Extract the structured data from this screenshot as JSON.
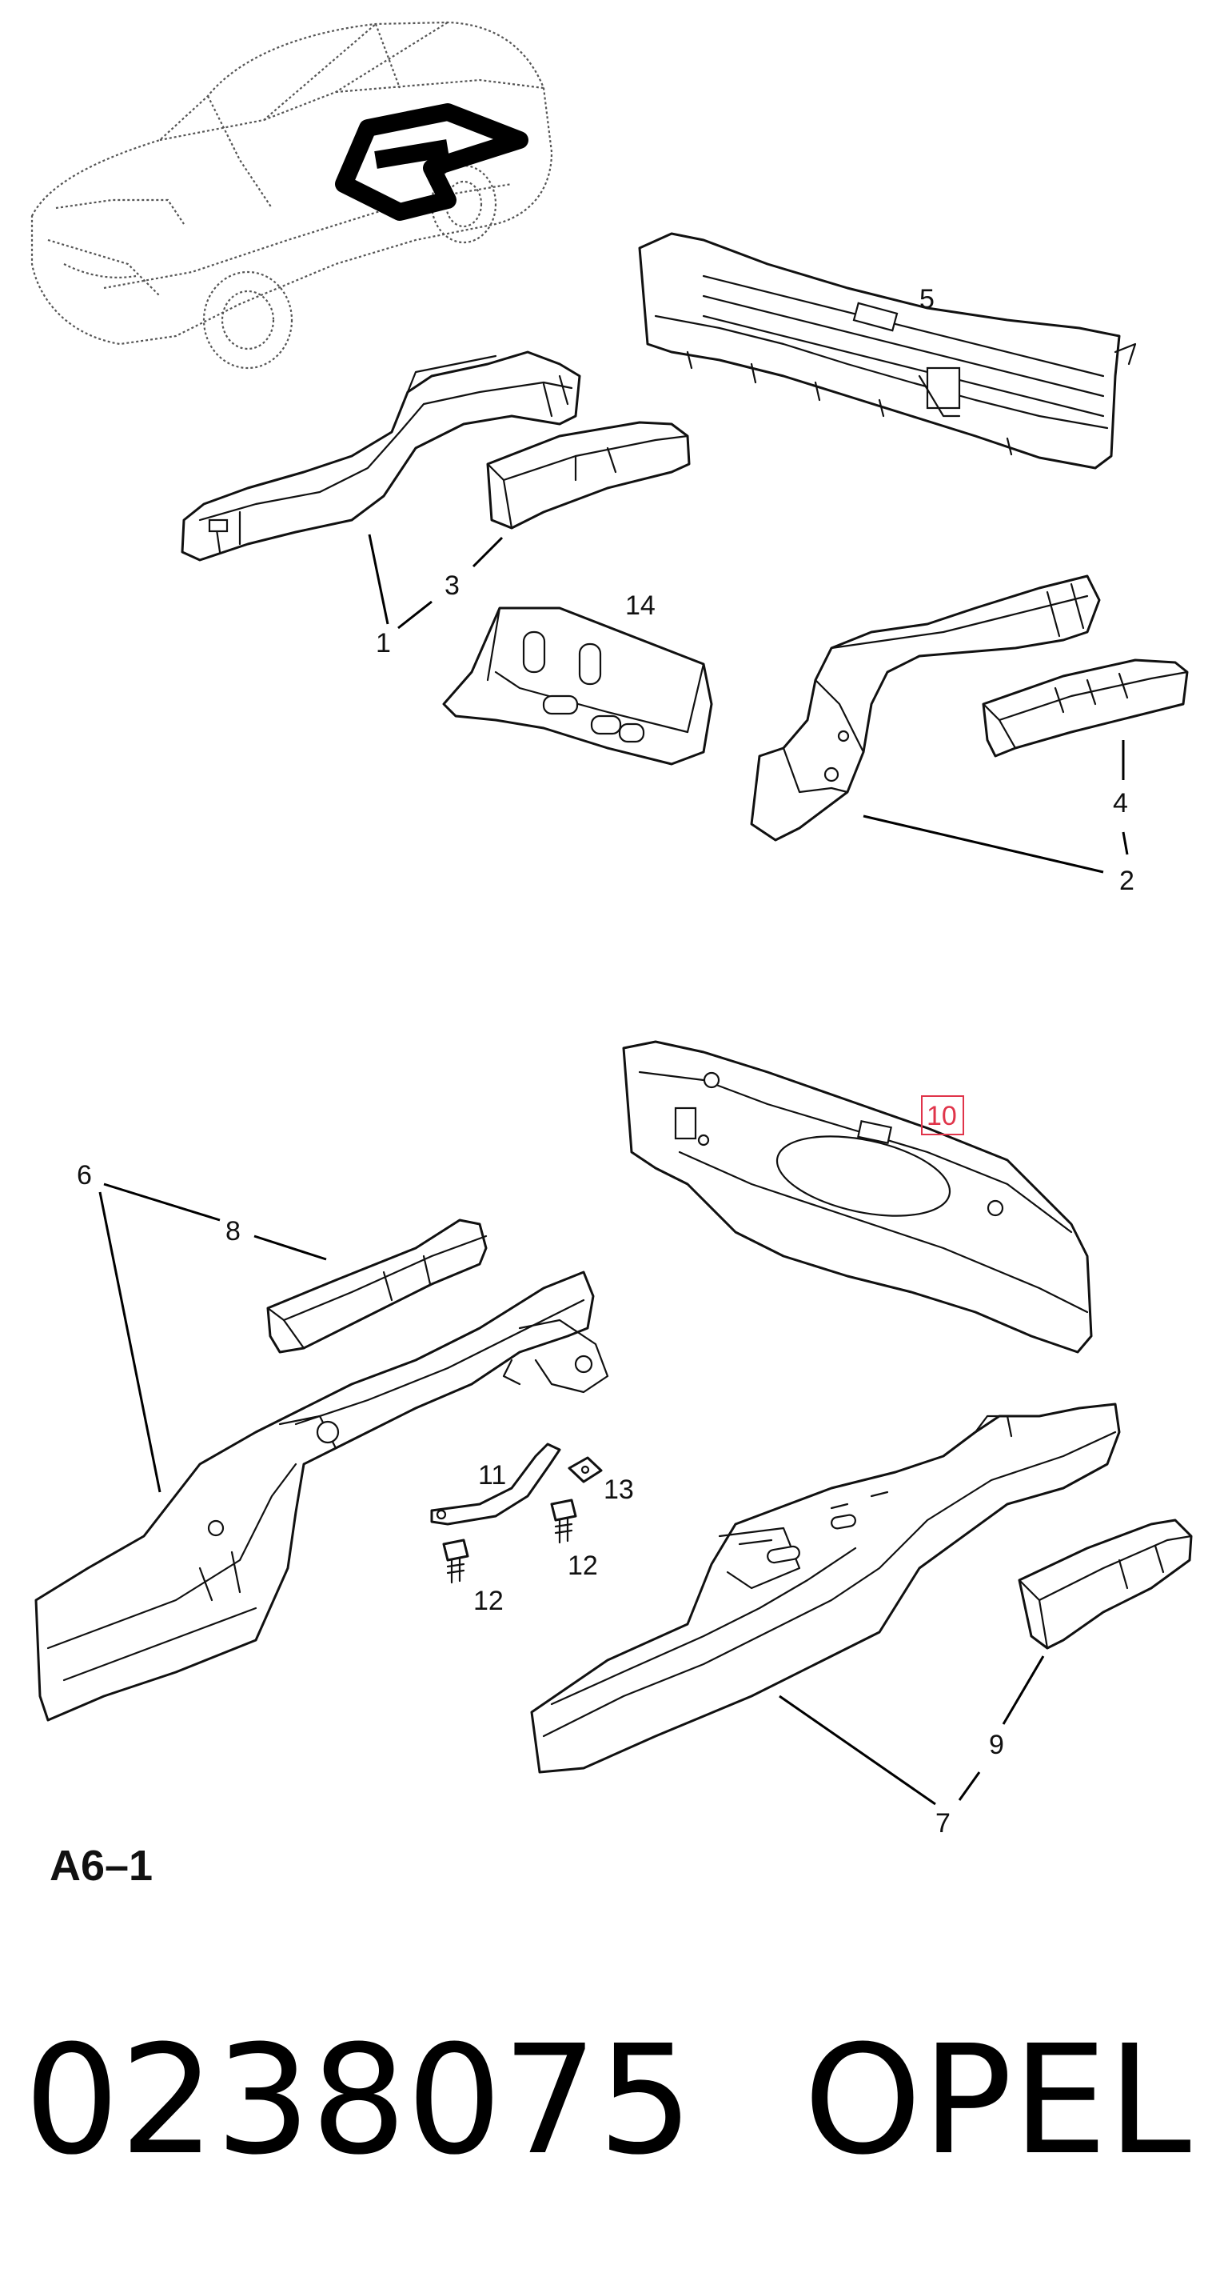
{
  "callouts": {
    "p1": "1",
    "p2": "2",
    "p3": "3",
    "p4": "4",
    "p5": "5",
    "p6": "6",
    "p7": "7",
    "p8": "8",
    "p9": "9",
    "p10": "10",
    "p11": "11",
    "p12a": "12",
    "p12b": "12",
    "p13": "13",
    "p14": "14"
  },
  "figure_code": "A6–1",
  "part_number": "0238075",
  "brand": "OPEL",
  "colors": {
    "highlight": "#e0344a",
    "ink": "#111111"
  }
}
